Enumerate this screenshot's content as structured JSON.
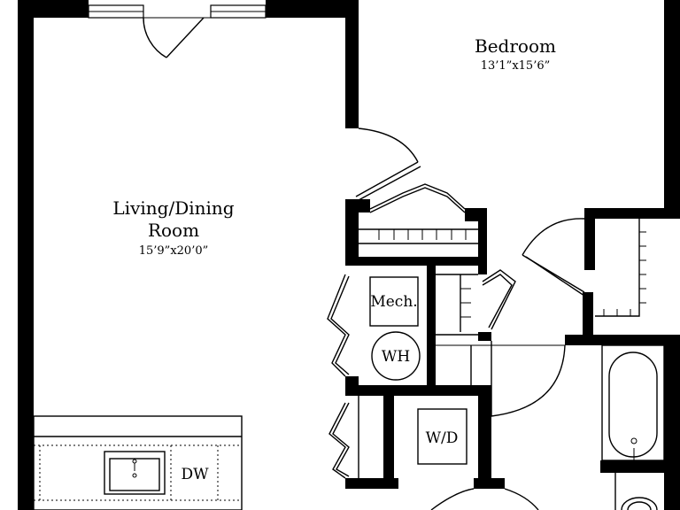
{
  "rooms": {
    "bedroom": {
      "name": "Bedroom",
      "dimensions": "13’1”x15’6”"
    },
    "living_dining": {
      "name_line1": "Living/Dining",
      "name_line2": "Room",
      "dimensions": "15’9”x20’0”"
    }
  },
  "fixtures": {
    "mechanical": "Mech.",
    "water_heater": "WH",
    "washer_dryer": "W/D",
    "dishwasher": "DW"
  }
}
